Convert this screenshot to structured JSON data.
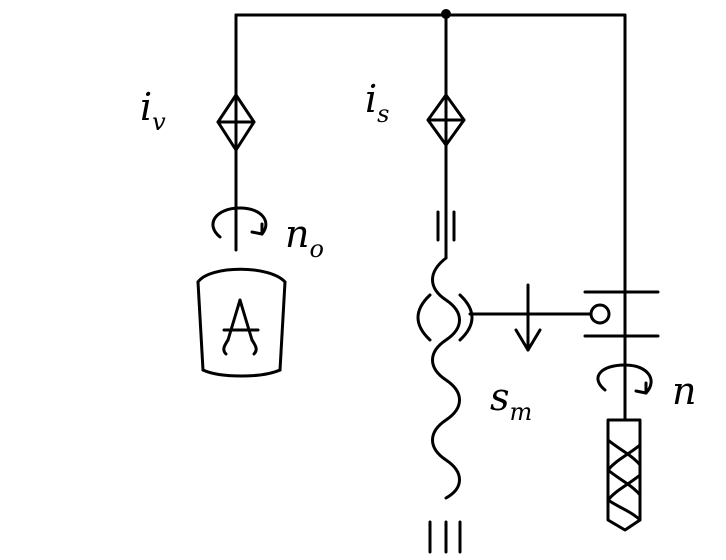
{
  "labels": {
    "iv": {
      "main": "i",
      "sub": "v"
    },
    "is": {
      "main": "i",
      "sub": "s"
    },
    "n0": {
      "main": "n",
      "sub": "o"
    },
    "sm": {
      "main": "s",
      "sub": "m"
    },
    "n": {
      "main": "n",
      "sub": ""
    }
  },
  "colors": {
    "ink": "#000000",
    "paper": "#ffffff"
  }
}
